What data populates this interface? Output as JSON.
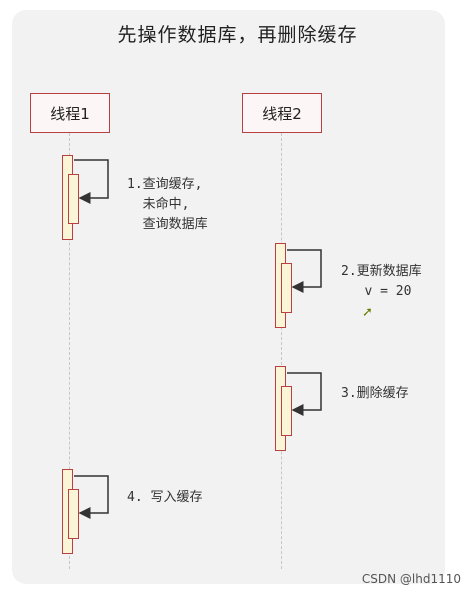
{
  "diagram": {
    "title": "先操作数据库，再删除缓存",
    "actors": [
      {
        "label": "线程1"
      },
      {
        "label": "线程2"
      }
    ],
    "steps": [
      {
        "text": "1.查询缓存,\n  未命中,\n  查询数据库"
      },
      {
        "text": "2.更新数据库\n   v = 20"
      },
      {
        "text": "3.删除缓存"
      },
      {
        "text": "4. 写入缓存"
      }
    ]
  },
  "watermark": "CSDN @lhd1110"
}
